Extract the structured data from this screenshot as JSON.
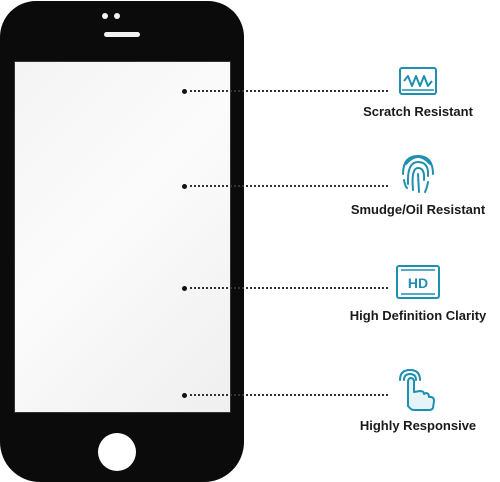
{
  "accent_color": "#1f8fb0",
  "features": [
    {
      "label": "Scratch Resistant",
      "icon": "scratch-resistant-icon"
    },
    {
      "label": "Smudge/Oil Resistant",
      "icon": "fingerprint-icon"
    },
    {
      "label": "High Definition Clarity",
      "icon": "hd-icon"
    },
    {
      "label": "Highly Responsive",
      "icon": "touch-icon"
    }
  ],
  "hd_badge": "HD"
}
